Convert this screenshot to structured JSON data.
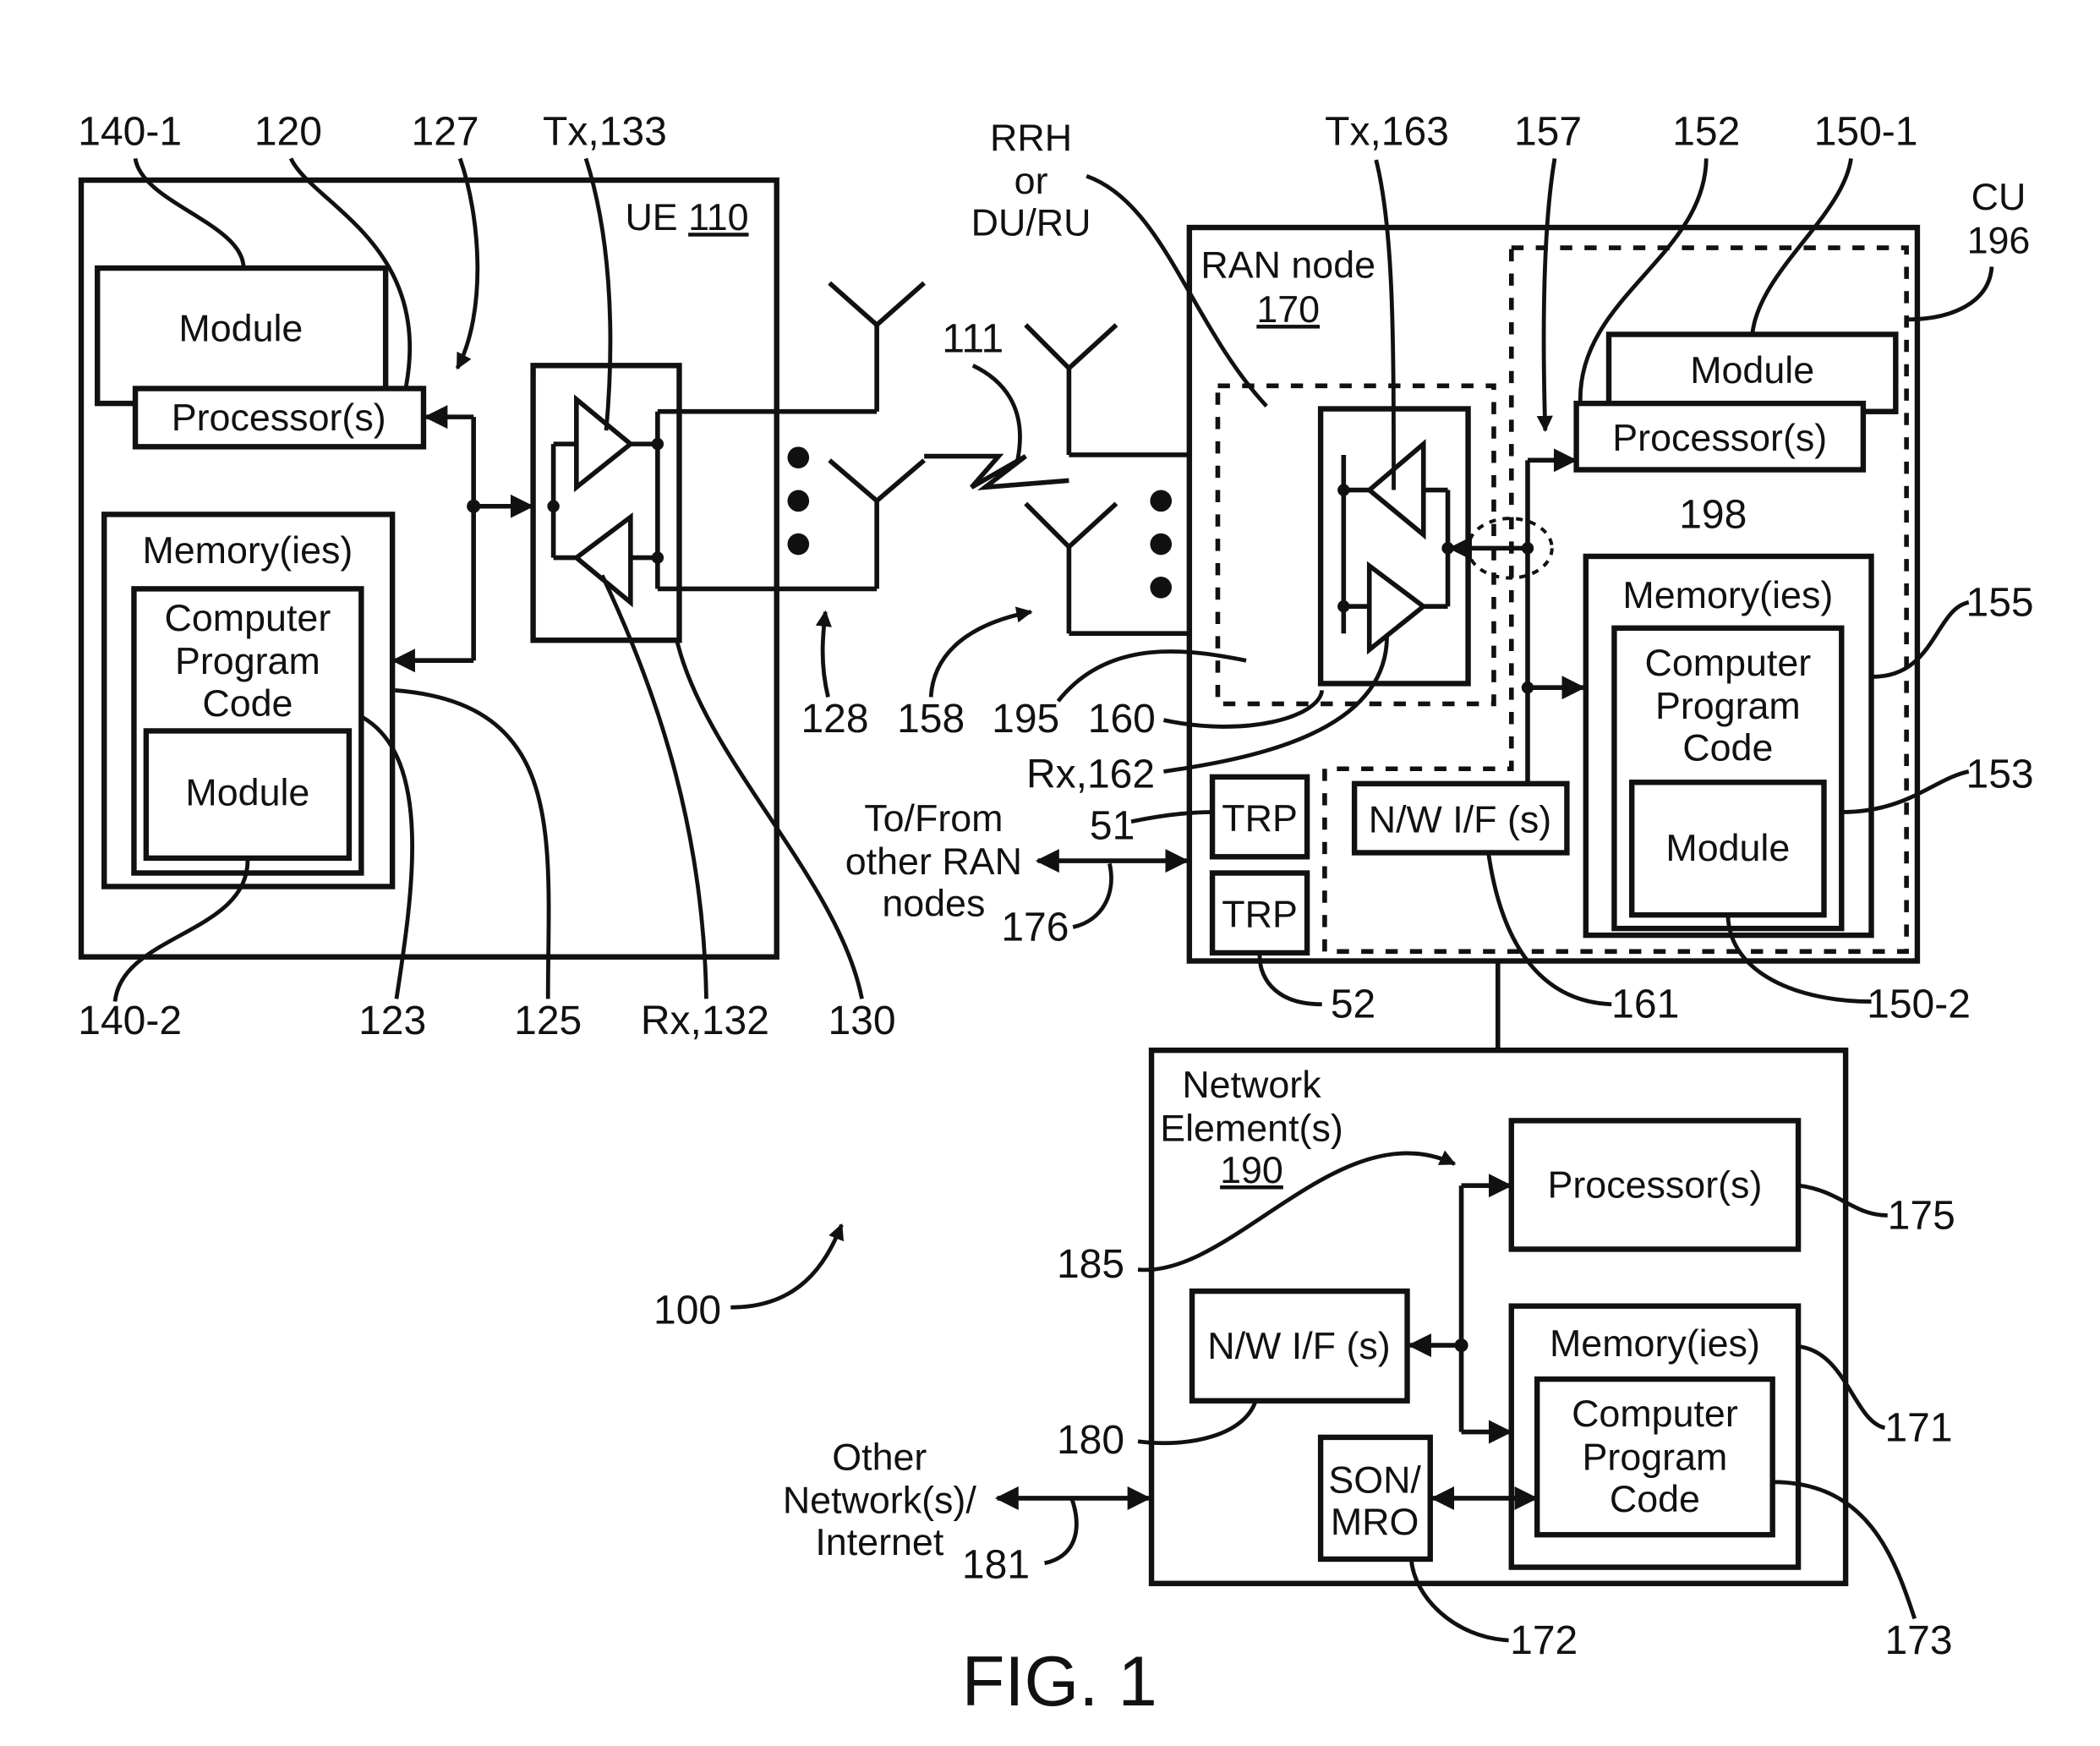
{
  "ue": {
    "title": "UE",
    "id": "110",
    "module_top": "Module",
    "processor": "Processor(s)",
    "memory": "Memory(ies)",
    "code_lines": [
      "Computer",
      "Program",
      "Code"
    ],
    "module_inner": "Module"
  },
  "ran": {
    "title": "RAN node",
    "id": "170",
    "cu_label_lines": [
      "CU",
      "196"
    ],
    "module_top": "Module",
    "processor": "Processor(s)",
    "memory": "Memory(ies)",
    "code_lines": [
      "Computer",
      "Program",
      "Code"
    ],
    "module_inner": "Module",
    "nwif": "N/W I/F (s)",
    "trp1": "TRP",
    "trp2": "TRP",
    "rrh_lines": [
      "RRH",
      "or",
      "DU/RU"
    ],
    "tofrom_lines": [
      "To/From",
      "other RAN",
      "nodes"
    ]
  },
  "ne": {
    "title_lines": [
      "Network",
      "Element(s)"
    ],
    "id": "190",
    "processor": "Processor(s)",
    "nwif": "N/W I/F (s)",
    "memory": "Memory(ies)",
    "code_lines": [
      "Computer",
      "Program",
      "Code"
    ],
    "son_lines": [
      "SON/",
      "MRO"
    ],
    "other_lines": [
      "Other",
      "Network(s)/",
      "Internet"
    ]
  },
  "refs": {
    "r140_1": "140-1",
    "r120": "120",
    "r127": "127",
    "tx133": "Tx,133",
    "r140_2": "140-2",
    "r123": "123",
    "r125": "125",
    "rx132": "Rx,132",
    "r130": "130",
    "r111": "111",
    "r128": "128",
    "r158": "158",
    "r195": "195",
    "r160": "160",
    "rx162": "Rx,162",
    "tx163": "Tx,163",
    "r157": "157",
    "r152": "152",
    "r150_1": "150-1",
    "r198": "198",
    "r155": "155",
    "r153": "153",
    "r150_2": "150-2",
    "r51": "51",
    "r52": "52",
    "r161": "161",
    "r176": "176",
    "r175": "175",
    "r185": "185",
    "r180": "180",
    "r171": "171",
    "r181": "181",
    "r172": "172",
    "r173": "173",
    "r100": "100"
  },
  "figure_label": "FIG. 1"
}
